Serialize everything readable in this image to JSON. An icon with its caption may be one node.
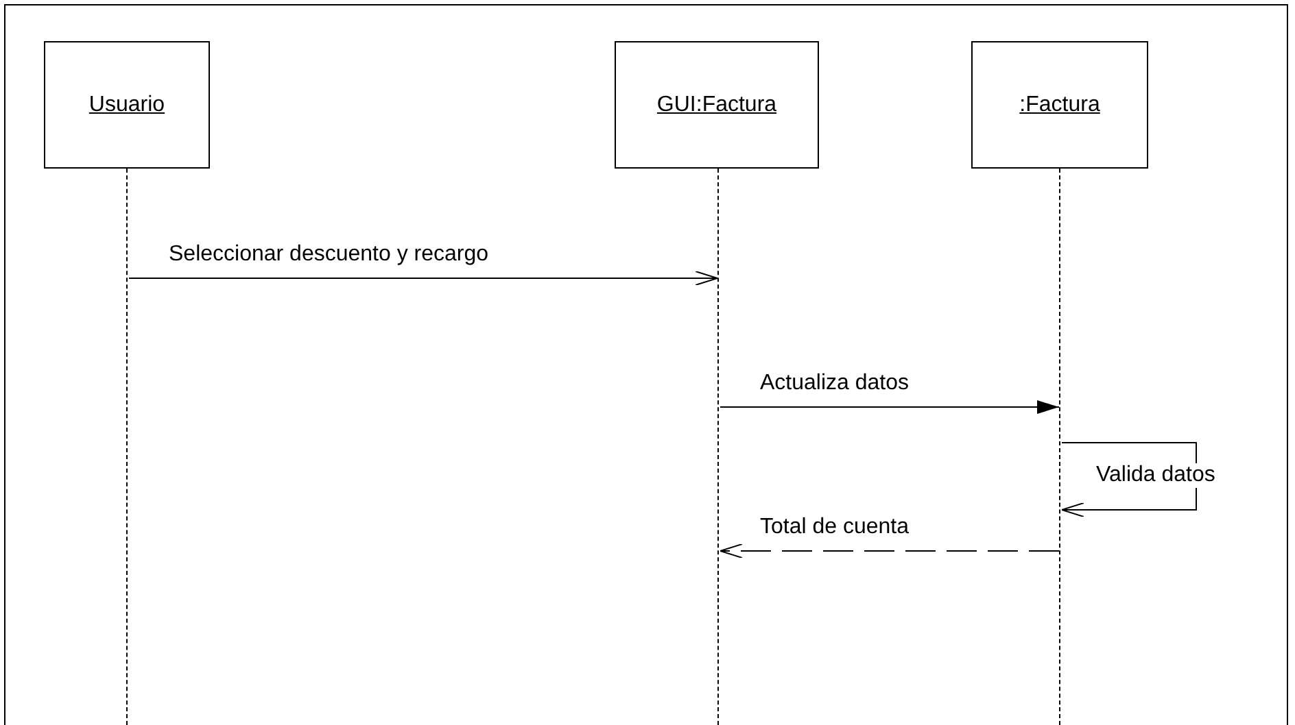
{
  "diagram": {
    "nodes": [
      {
        "text": [
          "Usuario"
        ]
      },
      {
        "text": [
          "GUI:Factura"
        ]
      },
      {
        "text": [
          ":Factura"
        ]
      },
      {
        "text": [],
        "shape": "line"
      },
      {
        "text": [],
        "shape": "line"
      },
      {
        "text": [],
        "shape": "line"
      }
    ],
    "edges": [
      {
        "from": 3,
        "to": 4,
        "arrow": "to",
        "label": "Seleccionar descuento y recargo"
      },
      {
        "from": 4,
        "to": 5,
        "arrow": "to",
        "label": "Actualiza datos"
      },
      {
        "from": 5,
        "to": 5,
        "arrow": "to",
        "label": "Valida datos"
      },
      {
        "from": 5,
        "to": 4,
        "arrow": "to",
        "label": "Total de cuenta",
        "style": "dashed"
      }
    ]
  }
}
